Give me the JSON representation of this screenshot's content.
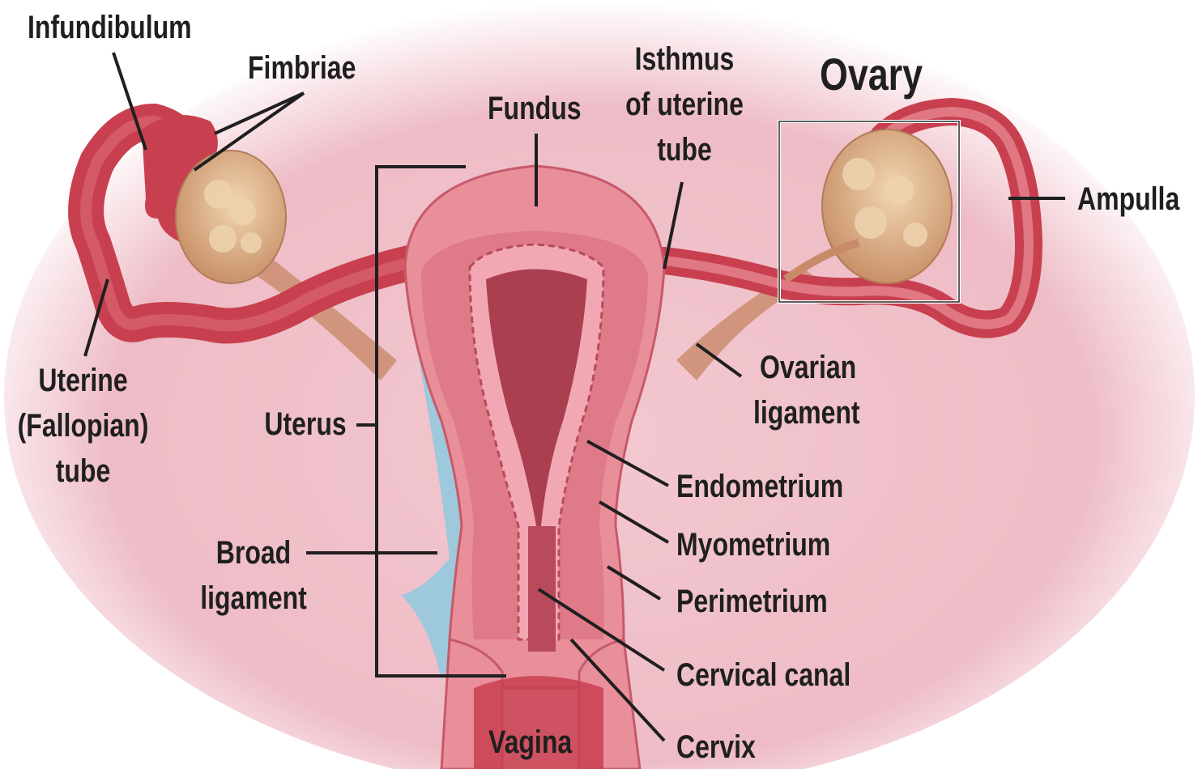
{
  "colors": {
    "background_glow": "#eebcc6",
    "uterus_outer": "#e98f9a",
    "uterus_wall": "#df7a88",
    "cavity": "#a93f4f",
    "tube": "#c8404f",
    "ovary": "#d9ad7f",
    "broad_ligament": "#9ec8dc",
    "leader_line": "#1f1f1f"
  },
  "labels": {
    "infundibulum": "Infundibulum",
    "fimbriae": "Fimbriae",
    "fundus": "Fundus",
    "isthmus": [
      "Isthmus",
      "of uterine",
      "tube"
    ],
    "ovary": "Ovary",
    "ampulla": "Ampulla",
    "uterine_tube": [
      "Uterine",
      "(Fallopian)",
      "tube"
    ],
    "uterus": "Uterus",
    "ovarian_ligament": [
      "Ovarian",
      "ligament"
    ],
    "endometrium": "Endometrium",
    "myometrium": "Myometrium",
    "perimetrium": "Perimetrium",
    "broad_ligament": [
      "Broad",
      "ligament"
    ],
    "cervical_canal": "Cervical canal",
    "vagina": "Vagina",
    "cervix": "Cervix"
  }
}
